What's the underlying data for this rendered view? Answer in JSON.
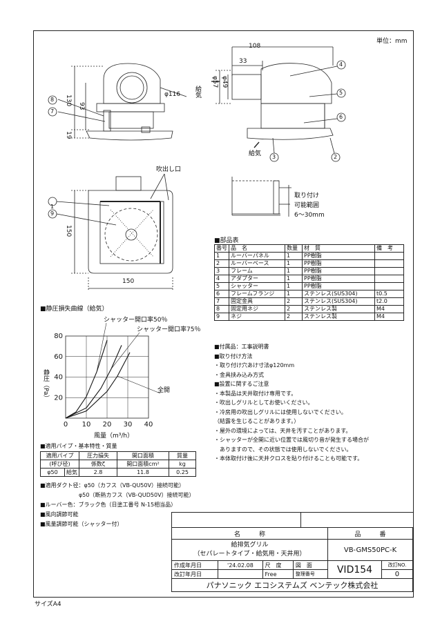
{
  "unit_label": "単位：mm",
  "dims": {
    "w108": "108",
    "w33": "33",
    "d49": "φ49",
    "d57": "φ57",
    "d116": "φ116",
    "h130": "130",
    "h93": "93",
    "h19": "19",
    "h150": "150",
    "w150": "150",
    "supply1": "給気",
    "supply2": "給気"
  },
  "callouts": [
    "1",
    "2",
    "3",
    "4",
    "5",
    "6",
    "7",
    "8",
    "9"
  ],
  "labels": {
    "outlet": "吹出し口",
    "mount_1": "取り付け",
    "mount_2": "可能範囲",
    "mount_3": "6〜30mm"
  },
  "parts": {
    "title": "■部品表",
    "headers": [
      "番号",
      "品　名",
      "数量",
      "材　質",
      "備　考"
    ],
    "rows": [
      [
        "1",
        "ルーバーパネル",
        "1",
        "PP樹脂",
        ""
      ],
      [
        "2",
        "ルーバーベース",
        "1",
        "PP樹脂",
        ""
      ],
      [
        "3",
        "フレーム",
        "1",
        "PP樹脂",
        ""
      ],
      [
        "4",
        "アダプター",
        "1",
        "PP樹脂",
        ""
      ],
      [
        "5",
        "シャッター",
        "1",
        "PP樹脂",
        ""
      ],
      [
        "6",
        "フレームフランジ",
        "1",
        "ステンレス(SUS304)",
        "t0.5"
      ],
      [
        "7",
        "固定金具",
        "2",
        "ステンレス(SUS304)",
        "t2.0"
      ],
      [
        "8",
        "固定用ネジ",
        "2",
        "ステンレス製",
        "M4"
      ],
      [
        "9",
        "ネジ",
        "2",
        "ステンレス製",
        "M4"
      ]
    ]
  },
  "notes": [
    "■付属品：工事説明書",
    "■取り付け方法",
    "・取り付け穴あけ寸法φ120mm",
    "・金具挟み込み方式",
    "■設置に関するご注意",
    "・本製品は天井取付け専用です。",
    "・吹出しグリルとしてお使いください。",
    "・冷房用の吹出しグリルには使用しないでください。",
    "（結露を生じることがあります。）",
    "・屋外の環境によっては、天井を汚すことがあります。",
    "・シャッターが全開に近い位置では風切り音が発生する場合が",
    "　ありますので、その状態では使用しないでください。",
    "・本体取付け後に天井クロスを貼り付けることも可能です。"
  ],
  "chart_data": {
    "type": "line",
    "title": "■静圧損失曲線（給気）",
    "xlabel": "風量（m³/h）",
    "ylabel": "静圧（Pa）",
    "xlim": [
      0,
      40
    ],
    "ylim": [
      0,
      80
    ],
    "xticks": [
      "0",
      "10",
      "20",
      "30",
      "40"
    ],
    "yticks": [
      "20",
      "40",
      "60",
      "80"
    ],
    "series": [
      {
        "name": "シャッター開口率50％",
        "x": [
          0,
          5,
          10,
          15,
          20
        ],
        "y": [
          0,
          6,
          21,
          45,
          76
        ]
      },
      {
        "name": "シャッター開口率75％",
        "x": [
          0,
          10,
          17,
          22,
          27
        ],
        "y": [
          0,
          10,
          29,
          48,
          71
        ]
      },
      {
        "name": "全開",
        "x": [
          0,
          10,
          20,
          25,
          31
        ],
        "y": [
          0,
          7,
          26,
          41,
          64
        ]
      }
    ]
  },
  "spec": {
    "title": "■適用パイプ・基本特性・質量",
    "h_pipe": [
      "適用パイプ",
      "(呼び径)"
    ],
    "h_loss": [
      "圧力損失",
      "係数ζ"
    ],
    "h_area": [
      "開口面積",
      "開口面積cm²"
    ],
    "h_mass": [
      "質量",
      "kg"
    ],
    "row": [
      "φ50",
      "給気",
      "2.8",
      "11.8",
      "0.25"
    ]
  },
  "extra_notes": [
    "■適用ダクト径：φ50（カフス（VB-QU50V）接続可能）",
    "　　　　　　　φ50（断熱カフス（VB-QUD50V）接続可能）",
    "■ルーバー色：ブラック色（日塗工番号 N-15相当品）",
    "■風向調節可能",
    "■風量調節可能（シャッター付）"
  ],
  "title_block": {
    "h_name": "名　　　称",
    "h_model": "品　　　番",
    "name_1": "給排気グリル",
    "name_2": "（セパレートタイプ・給気用・天井用）",
    "model": "VB-GMS50PC-K",
    "created_label": "作成年月日",
    "created": "'24.02.08",
    "scale_label": "尺　度",
    "drawing_label": "図　面",
    "revised_label": "改訂年月日",
    "scale": "Free",
    "mgmt_label": "整理番号",
    "doc_no": "VID154",
    "rev_label": "改訂NO.",
    "rev": "0",
    "company": "パナソニック エコシステムズ ベンテック株式会社"
  },
  "size": "サイズA4"
}
